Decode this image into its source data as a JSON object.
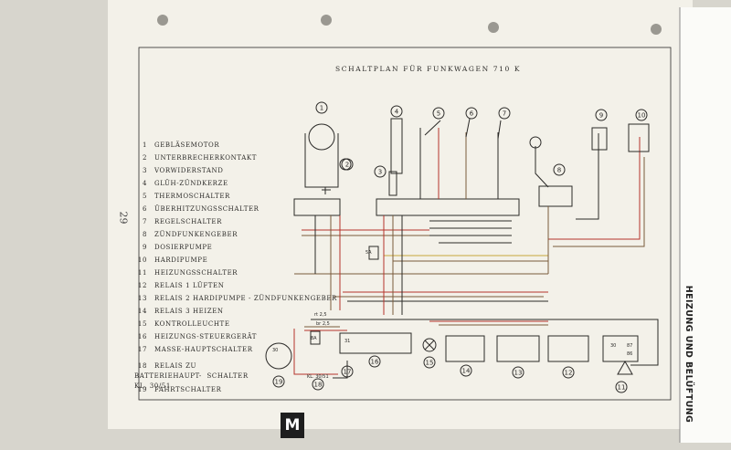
{
  "title": "SCHALTPLAN FÜR FUNKWAGEN 710 K",
  "page_number": "29",
  "side_heading": "HEIZUNG UND BELÜFTUNG",
  "tab_letter": "M",
  "legend": [
    {
      "num": "1",
      "label": "GEBLÄSEMOTOR"
    },
    {
      "num": "2",
      "label": "UNTERBRECHERKONTAKT"
    },
    {
      "num": "3",
      "label": "VORWIDERSTAND"
    },
    {
      "num": "4",
      "label": "GLÜH-ZÜNDKERZE"
    },
    {
      "num": "5",
      "label": "THERMOSCHALTER"
    },
    {
      "num": "6",
      "label": "ÜBERHITZUNGSSCHALTER"
    },
    {
      "num": "7",
      "label": "REGELSCHALTER"
    },
    {
      "num": "8",
      "label": "ZÜNDFUNKENGEBER"
    },
    {
      "num": "9",
      "label": "DOSIERPUMPE"
    },
    {
      "num": "10",
      "label": "HARDIPUMPE"
    },
    {
      "num": "11",
      "label": "HEIZUNGSSCHALTER"
    },
    {
      "num": "12",
      "label": "RELAIS 1 LÜFTEN"
    },
    {
      "num": "13",
      "label": "RELAIS 2 HARDIPUMPE - ZÜNDFUNKENGEBER"
    },
    {
      "num": "14",
      "label": "RELAIS 3 HEIZEN"
    },
    {
      "num": "15",
      "label": "KONTROLLEUCHTE"
    },
    {
      "num": "16",
      "label": "HEIZUNGS-STEUERGERÄT"
    },
    {
      "num": "17",
      "label": "MASSE-HAUPTSCHALTER"
    },
    {
      "num": "18",
      "label": "RELAIS ZU BATTERIEHAUPT-  SCHALTER KL. 30/51"
    },
    {
      "num": "19",
      "label": "FAHRTSCHALTER"
    }
  ],
  "component_numbers": [
    "1",
    "2",
    "3",
    "4",
    "5",
    "6",
    "7",
    "8",
    "9",
    "10",
    "11",
    "12",
    "13",
    "14",
    "15",
    "16",
    "17",
    "18",
    "19"
  ],
  "wire_labels": {
    "r25": "rt 2,5",
    "br25": "br 2,5",
    "f8a": "8A",
    "f5a": "5A",
    "kl": "KL. 30/51",
    "r30": "30",
    "r31": "31",
    "r87": "87",
    "r86": "86"
  },
  "colors": {
    "paper": "#f4f2ea",
    "wire_red": "#b6342a",
    "wire_brown": "#7a5a3a",
    "wire_yellow": "#c7a83a",
    "ink": "#2b2a28"
  }
}
